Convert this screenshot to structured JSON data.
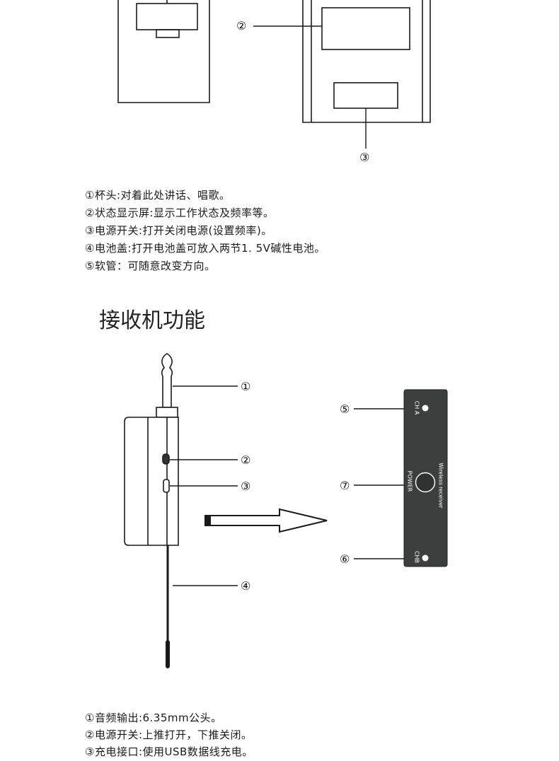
{
  "mic_callouts": {
    "c2": "②",
    "c3": "③"
  },
  "mic_notes": [
    "①杯头:对着此处讲话、唱歌。",
    "②状态显示屏:显示工作状态及频率等。",
    "③电源开关:打开关闭电源(设置频率)。",
    "④电池盖:打开电池盖可放入两节1. 5V碱性电池。",
    "⑤软管：可随意改变方向。"
  ],
  "receiver_heading": "接收机功能",
  "receiver_callouts": {
    "c1": "①",
    "c2": "②",
    "c3": "③",
    "c4": "④",
    "c5": "⑤",
    "c6": "⑥",
    "c7": "⑦"
  },
  "panel_labels": {
    "cha": "CH A",
    "chb": "CHB",
    "power": "POWER",
    "wireless": "Wireless receiver"
  },
  "receiver_notes": [
    "①音频输出:6.35mm公头。",
    "②电源开关:上推打开，下推关闭。",
    "③充电接口:使用USB数据线充电。"
  ],
  "colors": {
    "panel": "#3b3f3d",
    "line": "#1a1a1a"
  }
}
